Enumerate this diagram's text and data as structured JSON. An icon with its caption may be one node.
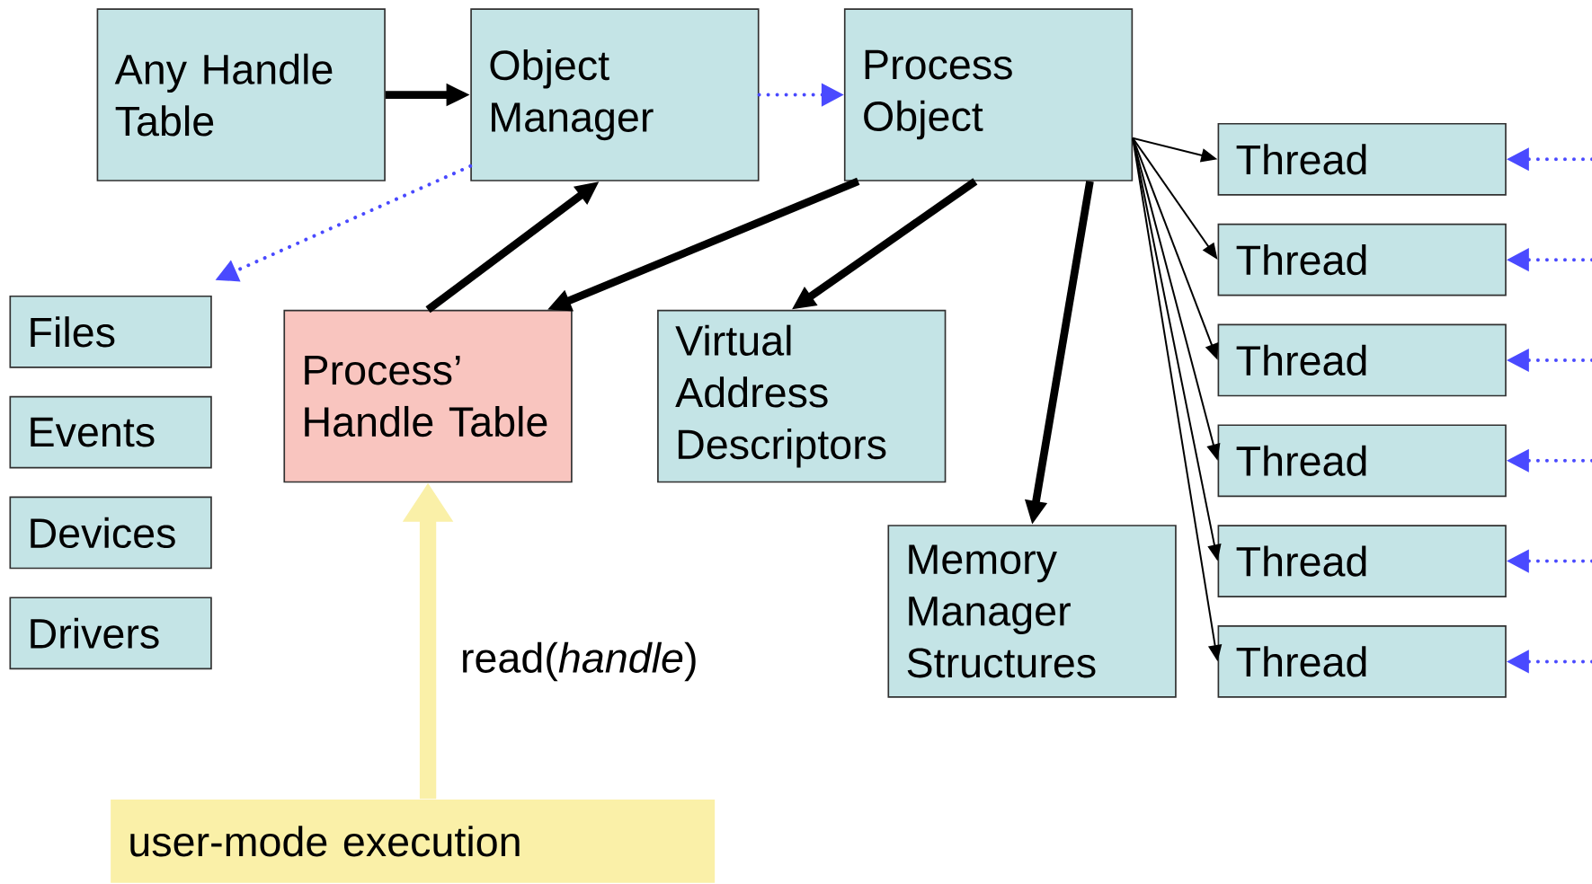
{
  "diagram": {
    "nodes": [
      {
        "text": [
          "Any Handle Table"
        ]
      },
      {
        "text": [
          "Object Manager"
        ]
      },
      {
        "text": [
          "Process Object"
        ]
      },
      {
        "text": [
          "Thread"
        ]
      },
      {
        "text": [
          "Thread"
        ]
      },
      {
        "text": [
          "Thread"
        ]
      },
      {
        "text": [
          "Thread"
        ]
      },
      {
        "text": [
          "Thread"
        ]
      },
      {
        "text": [
          "Thread"
        ]
      },
      {
        "text": [
          "Files"
        ]
      },
      {
        "text": [
          "Events"
        ]
      },
      {
        "text": [
          "Devices"
        ]
      },
      {
        "text": [
          "Drivers"
        ]
      },
      {
        "text": [
          "Process’ Handle Table"
        ]
      },
      {
        "text": [
          "Virtual Address Descriptors"
        ]
      },
      {
        "text": [
          "Memory Manager Structures"
        ]
      },
      {
        "text": [
          "user-mode execution"
        ]
      }
    ],
    "edges": [
      {
        "from": 0,
        "to": 1,
        "arrow": "to",
        "style": "thick"
      },
      {
        "from": 1,
        "to": 2,
        "arrow": "to",
        "style": "dashed",
        "color": "#4a4aff"
      },
      {
        "from": 1,
        "to": null,
        "arrow": "to",
        "style": "dashed",
        "color": "#4a4aff"
      },
      {
        "from": 13,
        "to": 1,
        "arrow": "to",
        "style": "thick"
      },
      {
        "from": 2,
        "to": 13,
        "arrow": "to",
        "style": "thick"
      },
      {
        "from": 2,
        "to": 14,
        "arrow": "to",
        "style": "thick"
      },
      {
        "from": 2,
        "to": 15,
        "arrow": "to",
        "style": "thick"
      },
      {
        "from": 2,
        "to": 3,
        "arrow": "to"
      },
      {
        "from": 2,
        "to": 4,
        "arrow": "to"
      },
      {
        "from": 2,
        "to": 5,
        "arrow": "to"
      },
      {
        "from": 2,
        "to": 6,
        "arrow": "to"
      },
      {
        "from": 2,
        "to": 7,
        "arrow": "to"
      },
      {
        "from": 2,
        "to": 8,
        "arrow": "to"
      },
      {
        "from": null,
        "to": 3,
        "arrow": "to",
        "style": "dashed",
        "color": "#4a4aff"
      },
      {
        "from": null,
        "to": 4,
        "arrow": "to",
        "style": "dashed",
        "color": "#4a4aff"
      },
      {
        "from": null,
        "to": 5,
        "arrow": "to",
        "style": "dashed",
        "color": "#4a4aff"
      },
      {
        "from": null,
        "to": 6,
        "arrow": "to",
        "style": "dashed",
        "color": "#4a4aff"
      },
      {
        "from": null,
        "to": 7,
        "arrow": "to",
        "style": "dashed",
        "color": "#4a4aff"
      },
      {
        "from": null,
        "to": 8,
        "arrow": "to",
        "style": "dashed",
        "color": "#4a4aff"
      },
      {
        "from": 16,
        "to": 13,
        "arrow": "to",
        "style": "thick",
        "color": "#faf0a8",
        "label": "read(*handle*)"
      }
    ]
  }
}
